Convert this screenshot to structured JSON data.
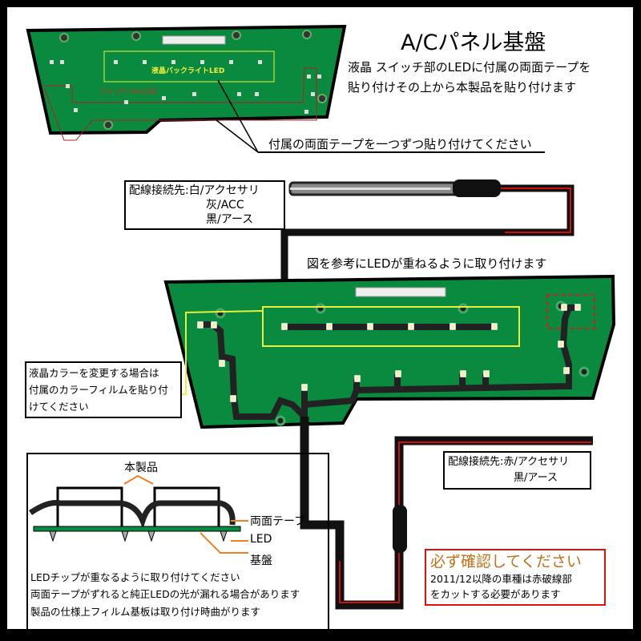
{
  "title": "A/Cパネル基盤",
  "intro": [
    "液晶 スイッチ部のLEDに付属の両面テープを",
    "貼り付けその上から本製品を貼り付けます"
  ],
  "top_board": {
    "lcd_label": "液晶バックライトLED",
    "switch_label": "スイッチパネルLED"
  },
  "tape_callout": "付属の両面テープを一つずつ貼り付けてください",
  "wiring_box_1": {
    "lines": [
      "配線接続先:白/アクセサリ",
      "灰/ACC",
      "黒/アース"
    ]
  },
  "mid_note": "図を参考にLEDが重ねるように取り付けます",
  "lcd_color_note": [
    "液晶カラーを変更する場合は",
    "付属のカラーフィルムを貼り付",
    "けてください"
  ],
  "product_box": {
    "title": "本製品",
    "labels": [
      "両面テープ",
      "LED",
      "基盤"
    ],
    "notes": [
      "LEDチップが重なるように取り付けてください",
      "両面テープがずれると純正LEDの光が漏れる場合があります",
      "製品の仕様上フィルム基板は取り付け時曲がります"
    ]
  },
  "wiring_box_2": {
    "lines": [
      "配線接続先:赤/アクセサリ",
      "黒/アース"
    ]
  },
  "warning": {
    "title": "必ず確認してください",
    "lines": [
      "2011/12以降の車種は赤破線部",
      "をカットする必要があります"
    ]
  },
  "colors": {
    "board": "#0a8a3e",
    "lcd_box": "#e8f03a",
    "warning_title": "#c0701a",
    "warning_border": "#e01010",
    "wire_red": "#d01010",
    "callout_orange": "#f08020"
  }
}
